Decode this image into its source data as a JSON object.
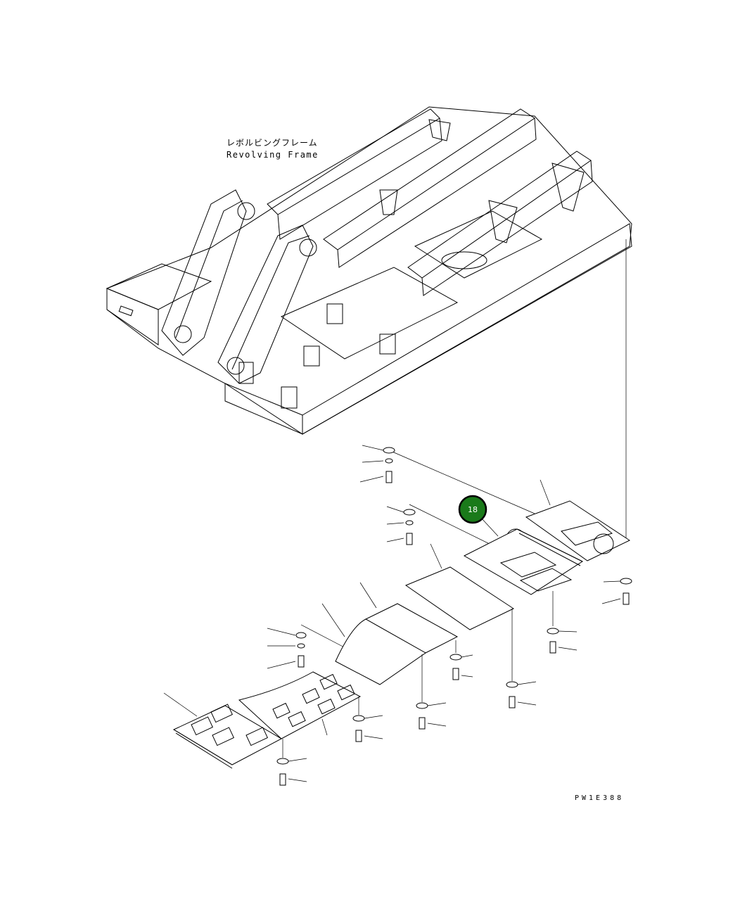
{
  "frame_label": {
    "jp": "レボルビングフレーム",
    "en": "Revolving Frame"
  },
  "callout": {
    "number": "18",
    "color": "#1a7a1a"
  },
  "drawing_code": "PW1E388"
}
